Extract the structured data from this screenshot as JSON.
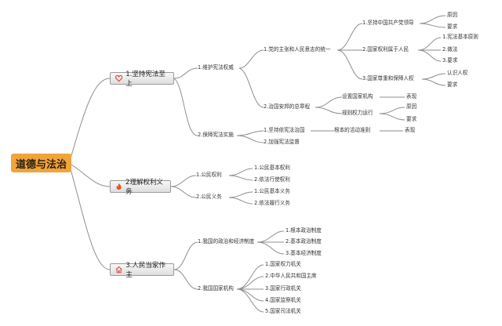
{
  "root": {
    "label": "道德与法治"
  },
  "colors": {
    "root_fill": "#f0a43a",
    "line": "#8e8e8e",
    "heart": "#e0453a",
    "fire": "#e8511f",
    "home": "#e0453a"
  },
  "branches": [
    {
      "label": "1.坚持宪法至上",
      "icon": "heart-icon",
      "children": [
        {
          "label": "1.维护宪法权威",
          "children": [
            {
              "label": "1.党的主张和人民意志的统一",
              "children": [
                {
                  "label": "1.坚持中国共产党领导",
                  "children": [
                    "原因",
                    "要求"
                  ]
                },
                {
                  "label": "2.国家权利属于人民",
                  "children": [
                    "1.宪法基本原则",
                    "2.做法",
                    "3.要求"
                  ]
                },
                {
                  "label": "3.国家尊重和保障人权",
                  "children": [
                    "认识人权",
                    "要求"
                  ]
                }
              ]
            },
            {
              "label": "2.治国安邦的总章程",
              "children": [
                {
                  "label": "设置国家机构",
                  "children": [
                    "表现"
                  ]
                },
                {
                  "label": "规则权力运行",
                  "children": [
                    "原因",
                    "要求"
                  ]
                }
              ]
            }
          ]
        },
        {
          "label": "2.保障宪法实施",
          "children": [
            {
              "label": "1.坚持依宪法治国",
              "children": [
                {
                  "label": "根本的活动准则",
                  "children": [
                    "表现"
                  ]
                }
              ]
            },
            {
              "label": "2.加强宪法监督"
            }
          ]
        }
      ]
    },
    {
      "label": "2理解权利义务",
      "icon": "fire-icon",
      "children": [
        {
          "label": "1.公民权利",
          "children": [
            "1.公民基本权利",
            "2.依法行使权利"
          ]
        },
        {
          "label": "2.公民义务",
          "children": [
            "1.公民基本义务",
            "2.依法履行义务"
          ]
        }
      ]
    },
    {
      "label": "3.人民当家作主",
      "icon": "home-icon",
      "children": [
        {
          "label": "1.我国的政治和经济制度",
          "children": [
            "1.根本政治制度",
            "2.基本政治制度",
            "3.基本经济制度"
          ]
        },
        {
          "label": "2.我国国家机构",
          "children": [
            "1.国家权力机关",
            "2.中华人民共和国主席",
            "3.国家行政机关",
            "4.国家监察机关",
            "5.国家司法机关"
          ]
        }
      ]
    }
  ]
}
